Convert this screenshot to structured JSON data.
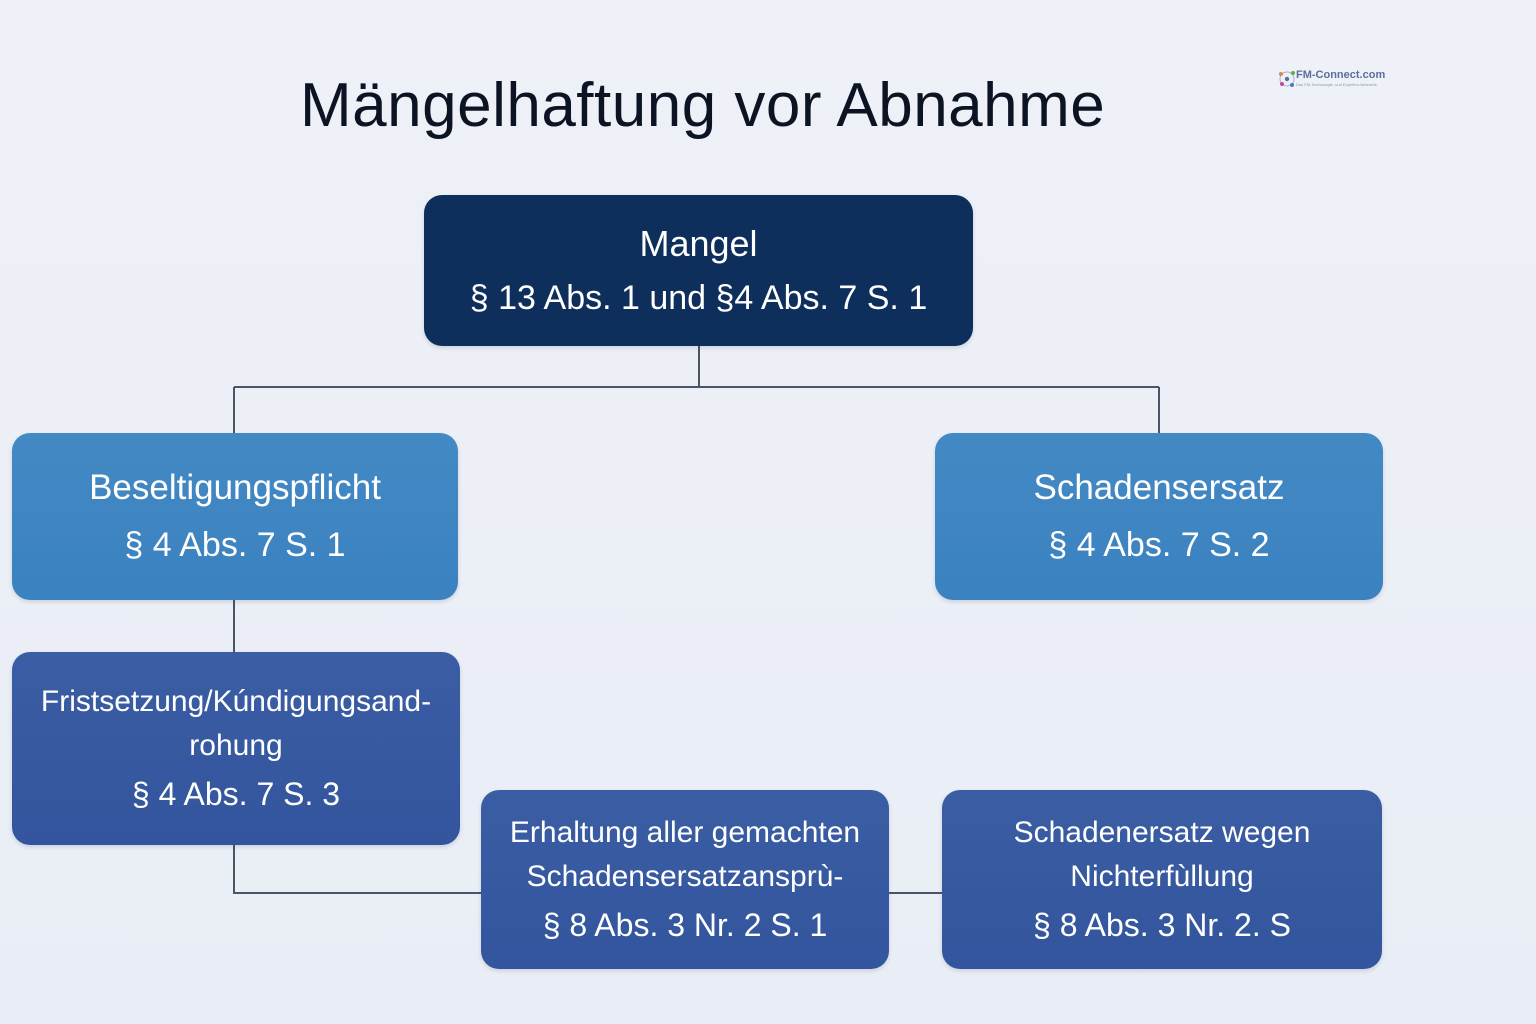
{
  "title": "Mängelhaftung vor Abnahme",
  "logo": {
    "name": "FM-Connect.com",
    "tagline": "Das FM-Technologie- und Experten-Netzwerk"
  },
  "nodes": {
    "mangel": {
      "label": "Mangel",
      "ref": "§ 13 Abs. 1 und §4 Abs. 7  S. 1"
    },
    "beseitigungspflicht": {
      "label": "Beseltigungspflicht",
      "ref": "§ 4 Abs. 7 S. 1"
    },
    "schadensersatz": {
      "label": "Schadensersatz",
      "ref": "§ 4 Abs. 7 S. 2"
    },
    "fristsetzung": {
      "label_line1": "Fristsetzung/Kúndigungsand-",
      "label_line2": "rohung",
      "ref": "§ 4 Abs. 7 S. 3"
    },
    "erhaltung": {
      "label_line1": "Erhaltung aller gemachten",
      "label_line2": "Schadensersatzansprù-",
      "ref": "§ 8 Abs. 3 Nr. 2 S. 1"
    },
    "nichterfuellung": {
      "label_line1": "Schadenersatz wegen",
      "label_line2": "Nichterfùllung",
      "ref": "§ 8 Abs. 3 Nr. 2. S"
    }
  },
  "colors": {
    "root": "#0e2e5c",
    "level1": "#3f86c2",
    "level2": "#365aa0",
    "connector": "#4a5566",
    "background": "#eceff6"
  }
}
